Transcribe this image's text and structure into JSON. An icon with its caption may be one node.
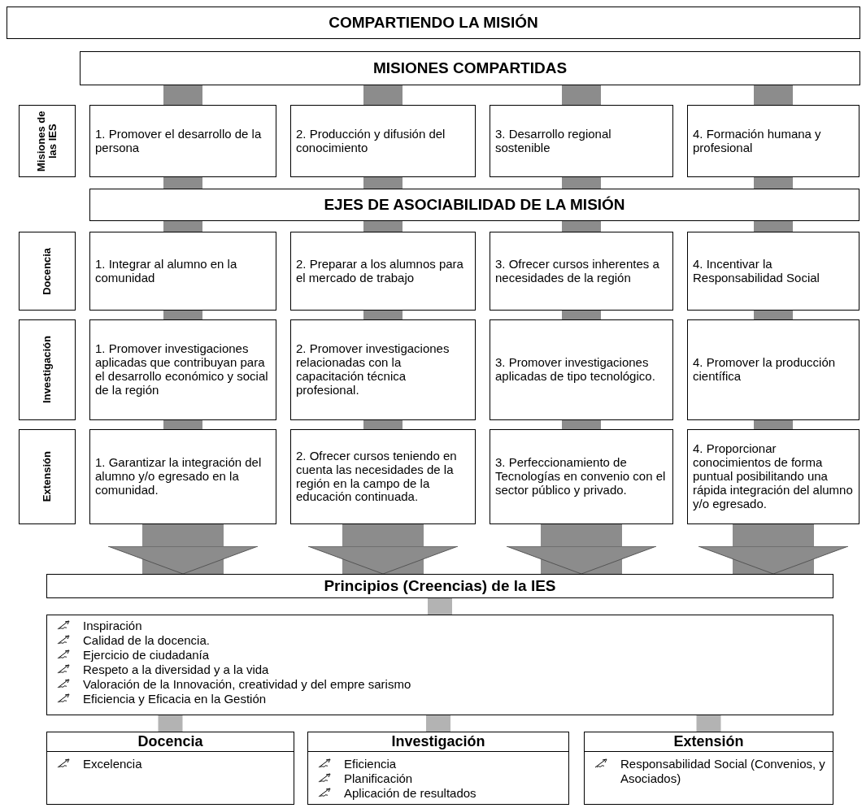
{
  "diagram": {
    "nodes": [
      {
        "text": [
          "COMPARTIENDO LA MISIÓN"
        ]
      },
      {
        "text": [
          "MISIONES COMPARTIDAS"
        ]
      },
      {
        "text": [
          "Misiones de las IES"
        ]
      },
      {
        "text": [
          "1. Promover el desarrollo de la persona"
        ]
      },
      {
        "text": [
          "2. Producción y difusión del conocimiento"
        ]
      },
      {
        "text": [
          "3. Desarrollo regional sostenible"
        ]
      },
      {
        "text": [
          "4. Formación humana y profesional"
        ]
      },
      {
        "text": [
          "EJES DE ASOCIABILIDAD DE LA MISIÓN"
        ]
      },
      {
        "text": [
          "Docencia"
        ]
      },
      {
        "text": [
          "1. Integrar al alumno en la comunidad"
        ]
      },
      {
        "text": [
          "2. Preparar a los alumnos para el mercado de trabajo"
        ]
      },
      {
        "text": [
          "3. Ofrecer cursos inherentes a necesidades de la región"
        ]
      },
      {
        "text": [
          "4. Incentivar la Responsabilidad Social"
        ]
      },
      {
        "text": [
          "Investigación"
        ]
      },
      {
        "text": [
          "1. Promover investigaciones aplicadas que contribuyan para el desarrollo económico y social de la región"
        ]
      },
      {
        "text": [
          "2. Promover investigaciones relacionadas con la capacitación técnica profesional."
        ]
      },
      {
        "text": [
          "3. Promover investigaciones aplicadas de tipo tecnológico."
        ]
      },
      {
        "text": [
          "4. Promover la producción científica"
        ]
      },
      {
        "text": [
          "Extensión"
        ]
      },
      {
        "text": [
          "1. Garantizar la integración del alumno y/o egresado en la comunidad."
        ]
      },
      {
        "text": [
          "2. Ofrecer cursos teniendo en cuenta las necesidades de la región en la campo de la educación continuada."
        ]
      },
      {
        "text": [
          "3. Perfeccionamiento de Tecnologías en convenio con el sector público y privado."
        ]
      },
      {
        "text": [
          "4. Proporcionar conocimientos de forma puntual posibilitando una rápida integración del alumno y/o egresado."
        ]
      },
      {
        "text": [
          "Principios (Creencias) de la IES"
        ]
      },
      {
        "text": [
          "Inspiración",
          "Calidad de la docencia.",
          "Ejercicio de ciudadanía",
          "Respeto a la diversidad y a la vida",
          "Valoración de la Innovación, creatividad y del empre sarismo",
          "Eficiencia y Eficacia en la Gestión"
        ]
      },
      {
        "text": [
          "Docencia",
          "Excelencia"
        ]
      },
      {
        "text": [
          "Investigación",
          "Eficiencia",
          "Planificación",
          "Aplicación de resultados"
        ]
      },
      {
        "text": [
          "Extensión",
          "Responsabilidad Social (Convenios, y Asociados)"
        ]
      }
    ],
    "edges": [
      {
        "from": 1,
        "to": 3,
        "arrow": "none"
      },
      {
        "from": 1,
        "to": 4,
        "arrow": "none"
      },
      {
        "from": 1,
        "to": 5,
        "arrow": "none"
      },
      {
        "from": 1,
        "to": 6,
        "arrow": "none"
      },
      {
        "from": 3,
        "to": 7,
        "arrow": "none"
      },
      {
        "from": 4,
        "to": 7,
        "arrow": "none"
      },
      {
        "from": 5,
        "to": 7,
        "arrow": "none"
      },
      {
        "from": 6,
        "to": 7,
        "arrow": "none"
      },
      {
        "from": 7,
        "to": 9,
        "arrow": "none"
      },
      {
        "from": 7,
        "to": 10,
        "arrow": "none"
      },
      {
        "from": 7,
        "to": 11,
        "arrow": "none"
      },
      {
        "from": 7,
        "to": 12,
        "arrow": "none"
      },
      {
        "from": 9,
        "to": 14,
        "arrow": "none"
      },
      {
        "from": 10,
        "to": 15,
        "arrow": "none"
      },
      {
        "from": 11,
        "to": 16,
        "arrow": "none"
      },
      {
        "from": 12,
        "to": 17,
        "arrow": "none"
      },
      {
        "from": 14,
        "to": 19,
        "arrow": "none"
      },
      {
        "from": 15,
        "to": 20,
        "arrow": "none"
      },
      {
        "from": 16,
        "to": 21,
        "arrow": "none"
      },
      {
        "from": 17,
        "to": 22,
        "arrow": "none"
      },
      {
        "from": 19,
        "to": 23,
        "arrow": "to",
        "style": "thick"
      },
      {
        "from": 20,
        "to": 23,
        "arrow": "to",
        "style": "thick"
      },
      {
        "from": 21,
        "to": 23,
        "arrow": "to",
        "style": "thick"
      },
      {
        "from": 22,
        "to": 23,
        "arrow": "to",
        "style": "thick"
      },
      {
        "from": 23,
        "to": 24,
        "arrow": "none",
        "color": "#b3b3b3"
      },
      {
        "from": 24,
        "to": 25,
        "arrow": "none",
        "color": "#b3b3b3"
      },
      {
        "from": 24,
        "to": 26,
        "arrow": "none",
        "color": "#b3b3b3"
      },
      {
        "from": 24,
        "to": 27,
        "arrow": "none",
        "color": "#b3b3b3"
      }
    ]
  }
}
